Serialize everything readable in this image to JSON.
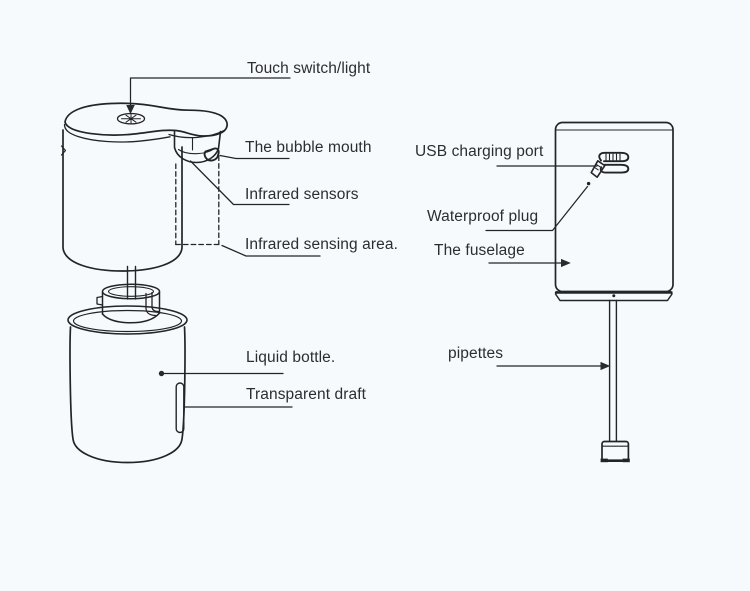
{
  "canvas": {
    "background_color": "#f7fafc",
    "line_color": "#232428",
    "text_color": "#2c2d31"
  },
  "labels": {
    "touch_switch": "Touch switch/light",
    "bubble_mouth": "The bubble mouth",
    "infrared_sensors": "Infrared sensors",
    "infrared_sensing_area": "Infrared sensing area.",
    "liquid_bottle": "Liquid bottle.",
    "transparent_draft": "Transparent draft",
    "usb_charging_port": "USB charging port",
    "waterproof_plug": "Waterproof plug",
    "fuselage": "The fuselage",
    "pipettes": "pipettes"
  },
  "icons": {
    "usb_plug": "usb-plug-with-waterproof-cover-icon",
    "touch_switch": "touch-switch-starburst-icon"
  }
}
